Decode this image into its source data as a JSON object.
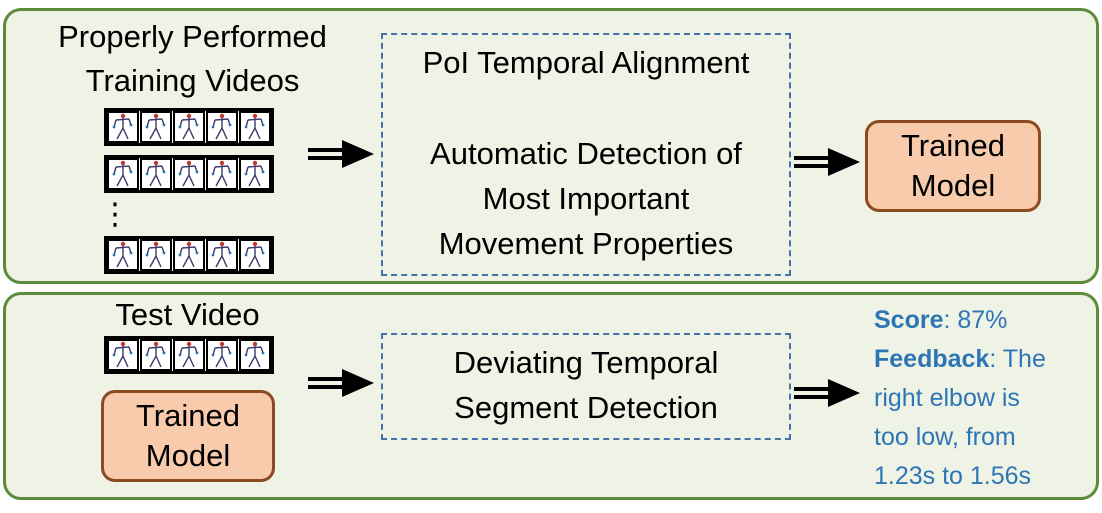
{
  "top": {
    "heading_line1": "Properly Performed",
    "heading_line2": "Training Videos",
    "ellipsis": "⋮",
    "alignment_title": "PoI Temporal Alignment",
    "detection_line1": "Automatic Detection of",
    "detection_line2": "Most Important",
    "detection_line3": "Movement Properties",
    "model_line1": "Trained",
    "model_line2": "Model"
  },
  "bottom": {
    "heading": "Test Video",
    "model_line1": "Trained",
    "model_line2": "Model",
    "segment_line1": "Deviating Temporal",
    "segment_line2": "Segment Detection",
    "score_label": "Score",
    "score_value": ": 87%",
    "feedback_label": "Feedback",
    "feedback_sep": ": The",
    "feedback_line2": "right elbow is",
    "feedback_line3": "too low, from",
    "feedback_line4": "1.23s to 1.56s"
  },
  "colors": {
    "panel_fill": "#eef3e5",
    "panel_border": "#5d8a3c",
    "dashed_border": "#4672a8",
    "model_fill": "#f8cbad",
    "model_border": "#8b4a1f",
    "feedback_text": "#2e75b6"
  },
  "icons": {
    "video_frame": "stick-figure-skeleton-icon",
    "flow_arrow": "double-shaft-right-arrow-icon"
  }
}
